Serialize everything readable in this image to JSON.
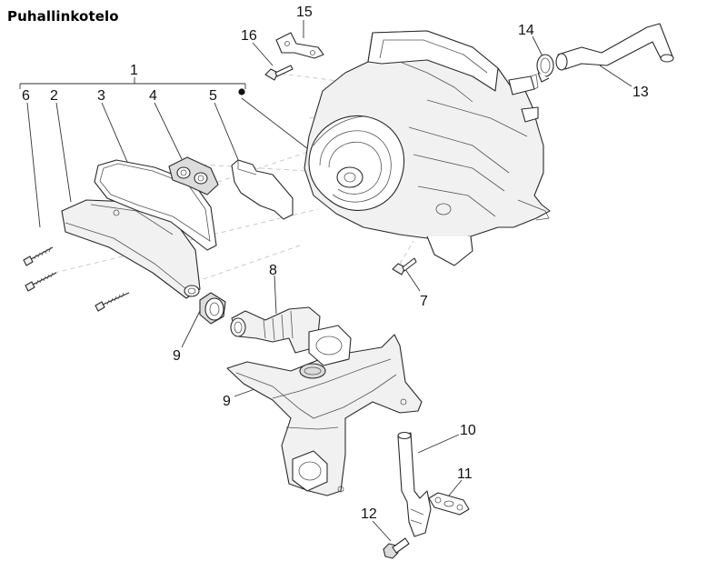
{
  "title": "Puhallinkotelo",
  "callouts": [
    {
      "id": "1",
      "text": "1"
    },
    {
      "id": "2",
      "text": "2"
    },
    {
      "id": "3",
      "text": "3"
    },
    {
      "id": "4",
      "text": "4"
    },
    {
      "id": "5",
      "text": "5"
    },
    {
      "id": "6",
      "text": "6"
    },
    {
      "id": "7",
      "text": "7"
    },
    {
      "id": "8",
      "text": "8"
    },
    {
      "id": "9a",
      "text": "9"
    },
    {
      "id": "9b",
      "text": "9"
    },
    {
      "id": "10",
      "text": "10"
    },
    {
      "id": "11",
      "text": "11"
    },
    {
      "id": "12",
      "text": "12"
    },
    {
      "id": "13",
      "text": "13"
    },
    {
      "id": "14",
      "text": "14"
    },
    {
      "id": "15",
      "text": "15"
    },
    {
      "id": "16",
      "text": "16"
    }
  ],
  "colors": {
    "line": "#2a2a2a",
    "fill_light": "#f1f1f1",
    "fill_mid": "#dcdcdc",
    "background": "#ffffff"
  }
}
